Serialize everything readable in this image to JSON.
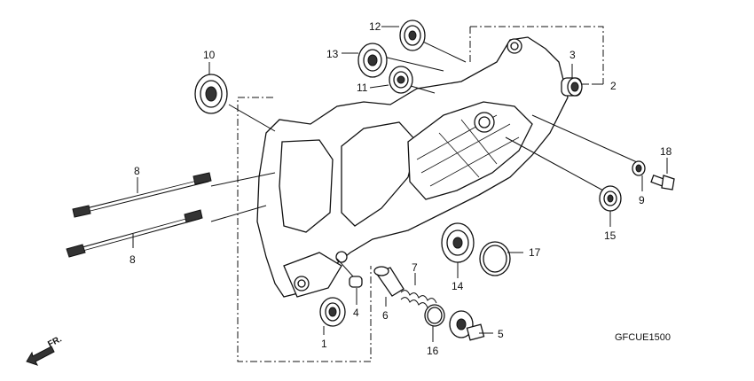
{
  "diagram": {
    "code": "GFCUE1500",
    "direction_label": "FR.",
    "part_labels": [
      "1",
      "2",
      "3",
      "4",
      "5",
      "6",
      "7",
      "8",
      "8",
      "9",
      "10",
      "11",
      "12",
      "13",
      "14",
      "15",
      "16",
      "17",
      "18"
    ]
  }
}
